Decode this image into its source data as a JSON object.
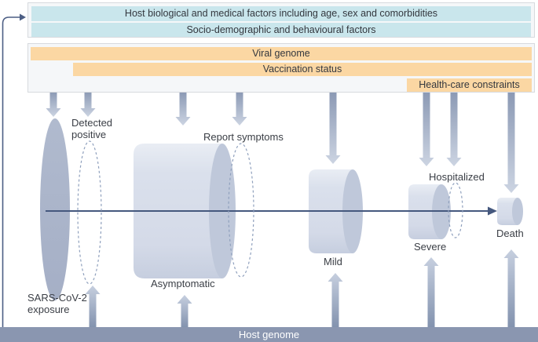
{
  "colors": {
    "teal": "#c9e6ec",
    "orange": "#fbd7a3",
    "panel-bg": "#f5f7f9",
    "panel-border": "#d7dade",
    "host-genome-bar": "#8a96b0",
    "arrow-dark": "#8b99b4",
    "arrow-light": "#ccd4e2",
    "timeline": "#45587e",
    "shape-solid": "#aab4ca",
    "cylinder-body": "#d8deea",
    "cylinder-cap": "#bfc8da",
    "dashed-outline": "#8fa0bd",
    "text": "#3a3e45"
  },
  "host_factor_panel": {
    "row1": "Host biological and medical factors including age, sex and comorbidities",
    "row2": "Socio-demographic and behavioural factors"
  },
  "viral_factor_panel": {
    "viral_genome": "Viral genome",
    "vaccination_status": "Vaccination status",
    "healthcare_constraints": "Health-care constraints"
  },
  "stages": {
    "exposure": "SARS-CoV-2\nexposure",
    "detected_positive": "Detected\npositive",
    "asymptomatic": "Asymptomatic",
    "report_symptoms": "Report symptoms",
    "mild": "Mild",
    "severe": "Severe",
    "hospitalized": "Hospitalized",
    "death": "Death"
  },
  "host_genome_label": "Host genome"
}
